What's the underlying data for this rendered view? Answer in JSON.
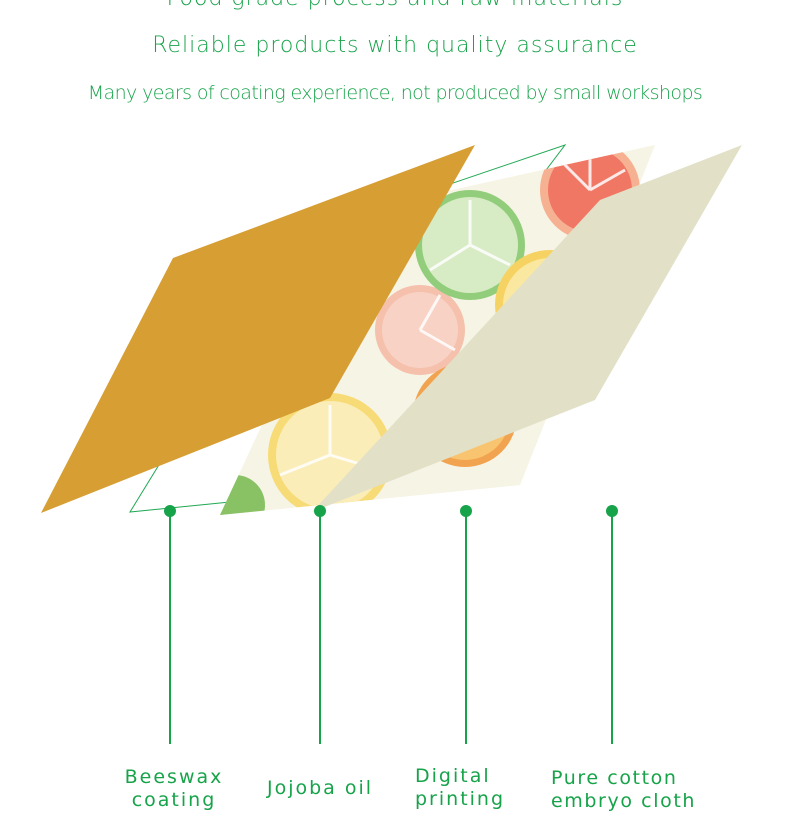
{
  "header": {
    "line1": "Food grade process and raw materials",
    "line2": "Reliable products with quality assurance",
    "line3": "Many years of coating experience, not produced by small workshops"
  },
  "layers": [
    {
      "label": "Beeswax\ncoating",
      "color": "#d69e33"
    },
    {
      "label": "Jojoba oil",
      "color": "#ffffff"
    },
    {
      "label": "Digital\nprinting",
      "color": "#fbe9a8"
    },
    {
      "label": "Pure cotton\nembryo cloth",
      "color": "#e2e1c8"
    }
  ],
  "colors": {
    "accent": "#17a34a",
    "wax": "#d69e33",
    "cloth": "#e2e1c8"
  }
}
